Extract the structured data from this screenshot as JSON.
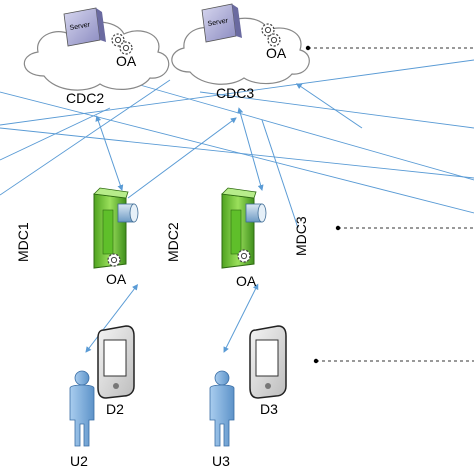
{
  "clouds": [
    {
      "label": "CDC2",
      "server_text": "Server",
      "oa_label": "OA"
    },
    {
      "label": "CDC3",
      "server_text": "Server",
      "oa_label": "OA"
    }
  ],
  "mdc_labels": [
    "MDC1",
    "MDC2",
    "MDC3"
  ],
  "mobile_nodes": [
    {
      "oa_label": "OA"
    },
    {
      "oa_label": "OA"
    }
  ],
  "devices": [
    {
      "label": "D2"
    },
    {
      "label": "D3"
    }
  ],
  "users": [
    {
      "label": "U2"
    },
    {
      "label": "U3"
    }
  ],
  "colors": {
    "link": "#5a9bd5",
    "cloud_stroke": "#888888",
    "green_body": "#7ac943",
    "green_dark": "#3f8f1c",
    "user_body": "#7fb3e0",
    "dashed": "#333333"
  }
}
